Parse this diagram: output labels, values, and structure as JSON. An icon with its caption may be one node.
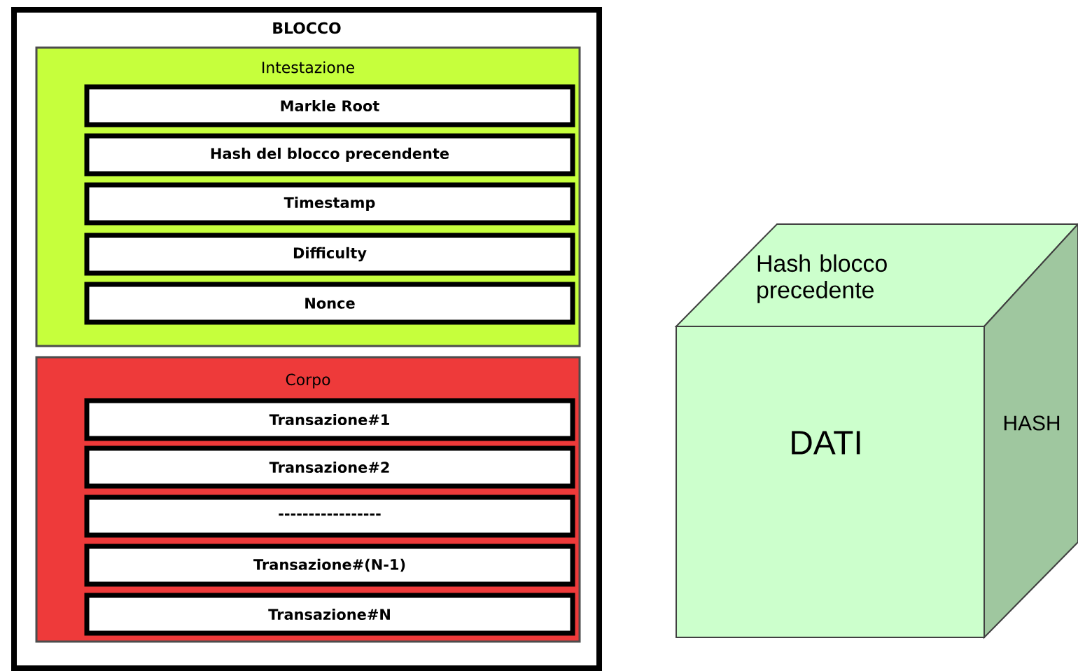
{
  "diagram": {
    "nodes": [
      {
        "text": [
          "BLOCCO"
        ]
      },
      {
        "text": [
          "Intestazione"
        ],
        "in": 0
      },
      {
        "text": [
          "Markle Root"
        ],
        "in": 1
      },
      {
        "text": [
          "Hash del blocco precendente"
        ],
        "in": 1
      },
      {
        "text": [
          "Timestamp"
        ],
        "in": 1
      },
      {
        "text": [
          "Difficulty"
        ],
        "in": 1
      },
      {
        "text": [
          "Nonce"
        ],
        "in": 1
      },
      {
        "text": [
          "Corpo"
        ],
        "in": 0
      },
      {
        "text": [
          "Transazione#1"
        ],
        "in": 7
      },
      {
        "text": [
          "Transazione#2"
        ],
        "in": 7
      },
      {
        "text": [
          "-----------------"
        ],
        "in": 7
      },
      {
        "text": [
          "Transazione#(N-1)"
        ],
        "in": 7
      },
      {
        "text": [
          "Transazione#N"
        ],
        "in": 7
      },
      {
        "text": [
          "Hash blocco precedente"
        ]
      },
      {
        "text": [
          "DATI"
        ]
      },
      {
        "text": [
          "HASH"
        ]
      }
    ]
  }
}
